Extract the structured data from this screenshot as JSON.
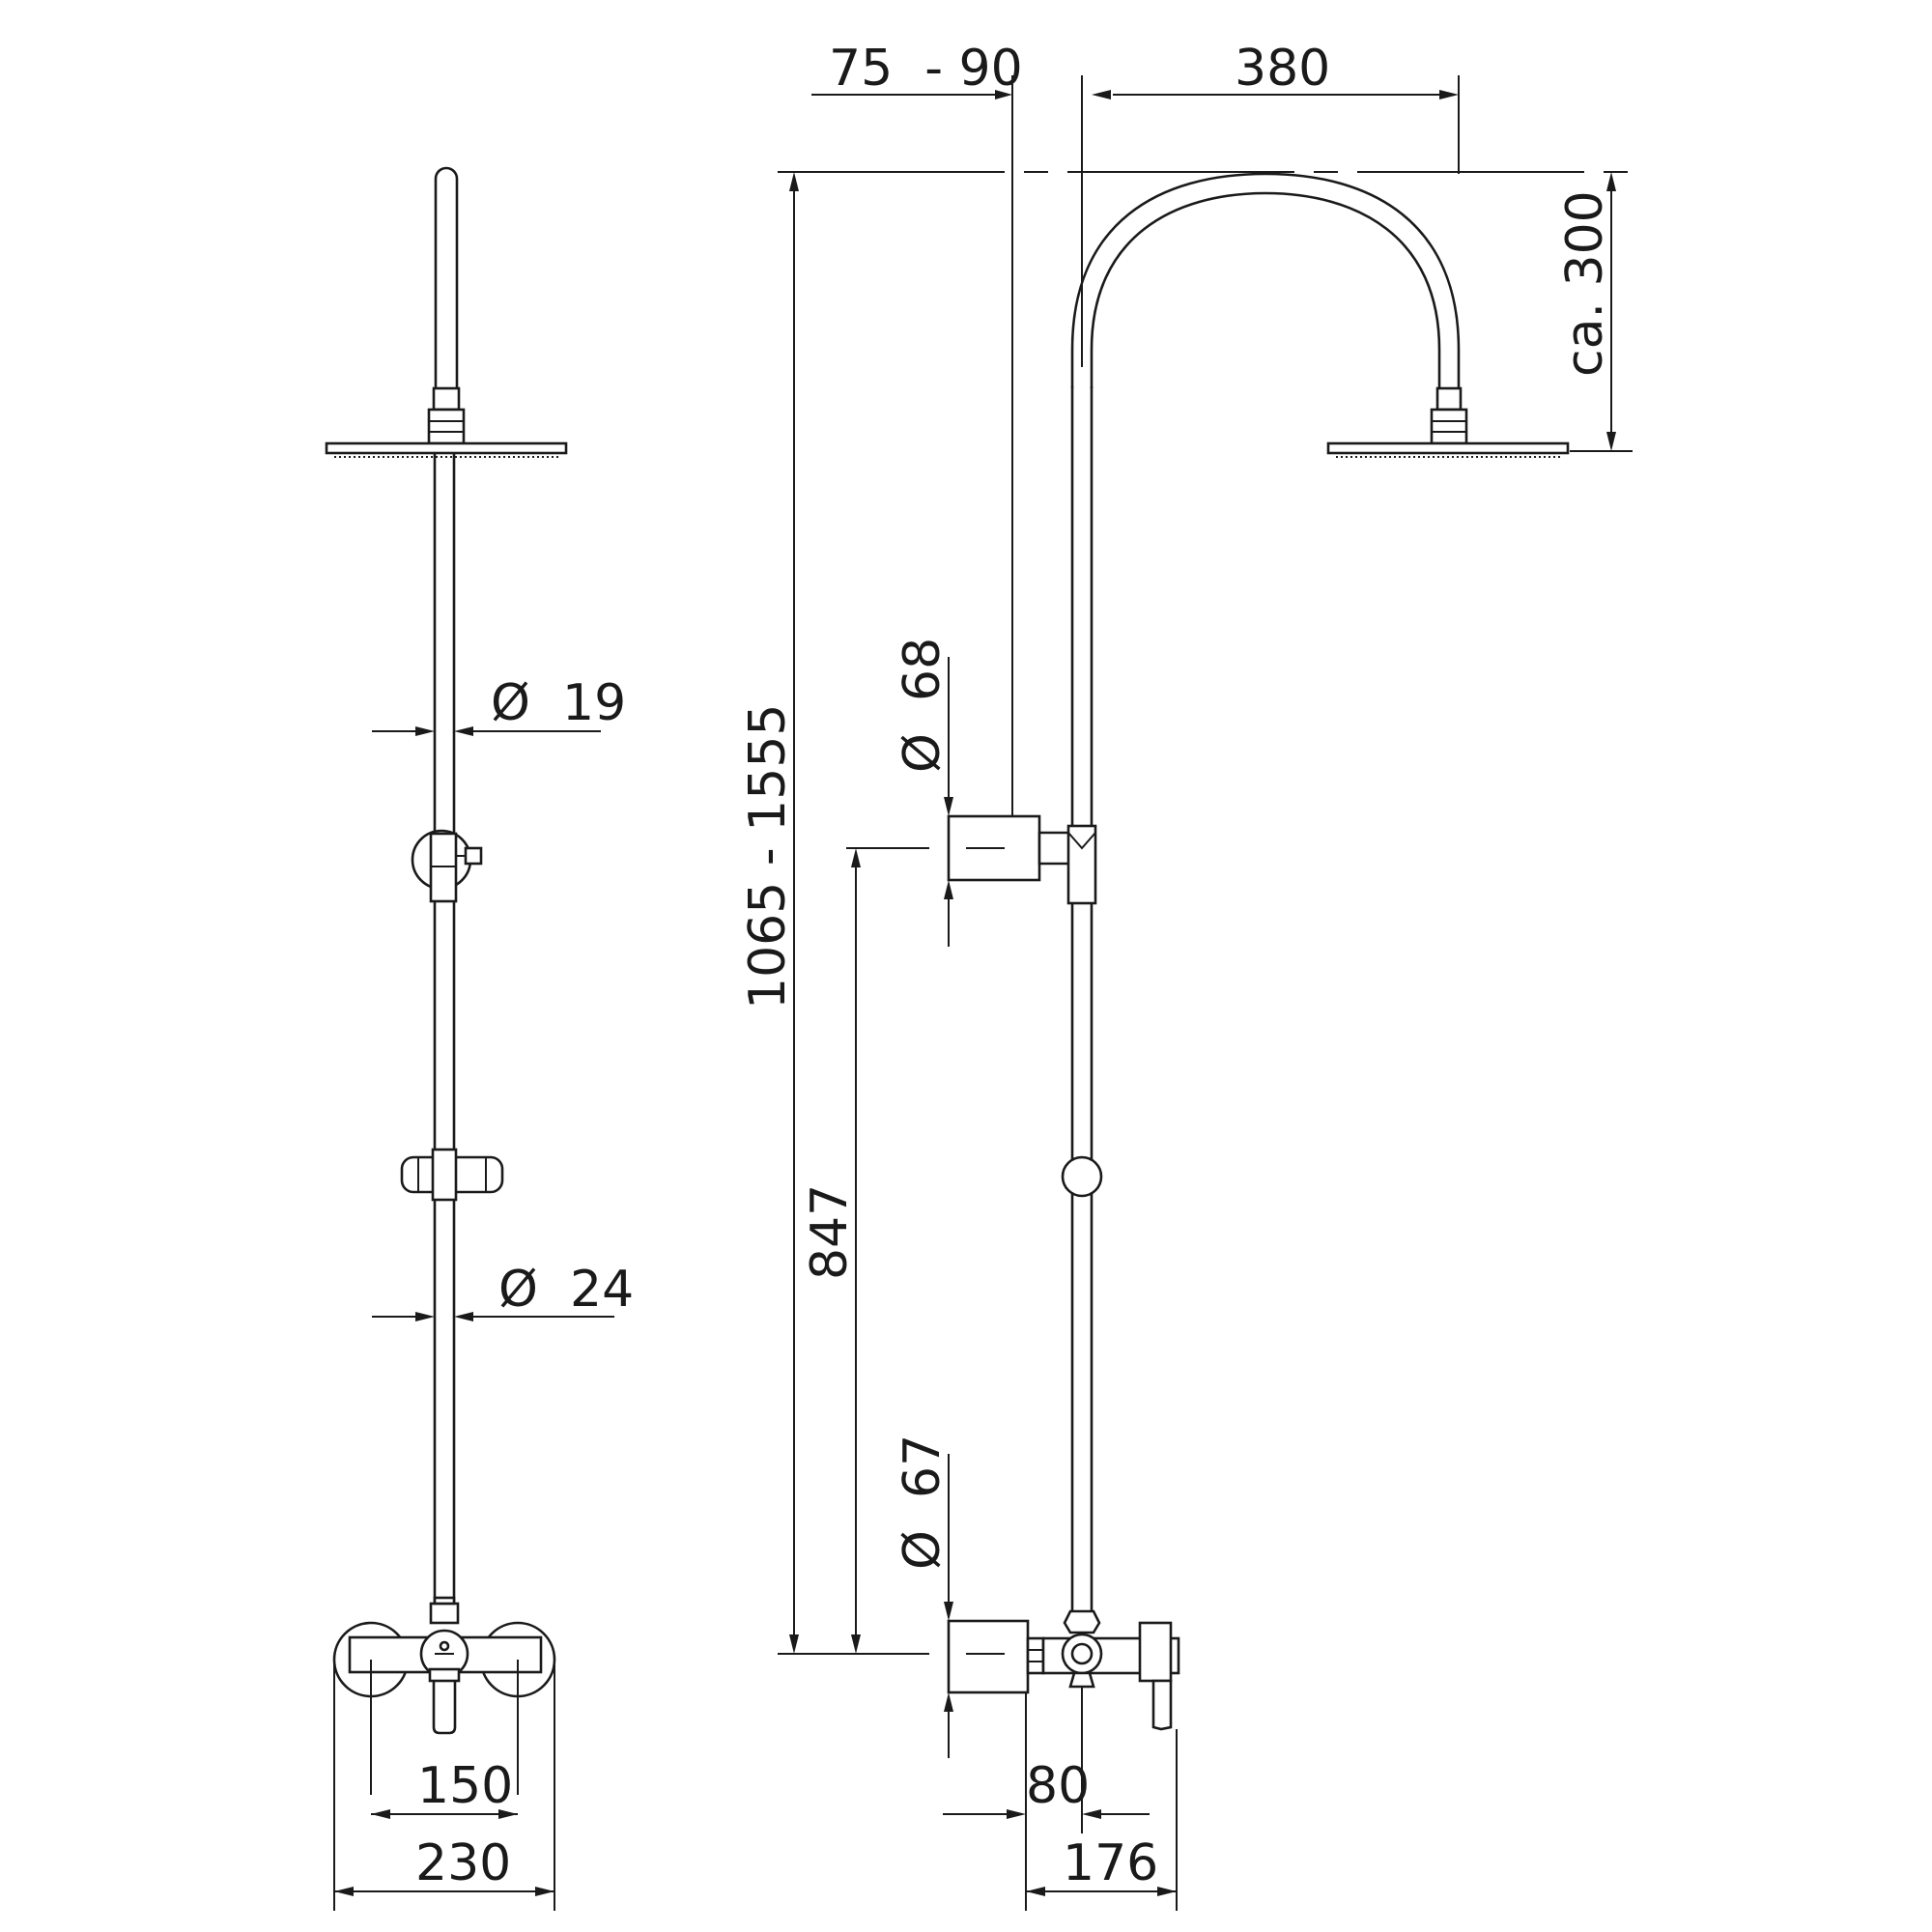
{
  "dimensions": {
    "offset": "75  - 90",
    "reach": "380",
    "height_range": "1065 - 1555",
    "head_drop": "ca. 300",
    "pipe_upper_diameter": "Ø  19",
    "pipe_lower_diameter": "Ø  24",
    "flange_upper_diameter": "Ø  68",
    "flange_lower_diameter": "Ø  67",
    "bracket_height": "847",
    "inlet_spacing": "150",
    "mixer_width": "230",
    "mixer_projection": "80",
    "mixer_depth": "176"
  }
}
